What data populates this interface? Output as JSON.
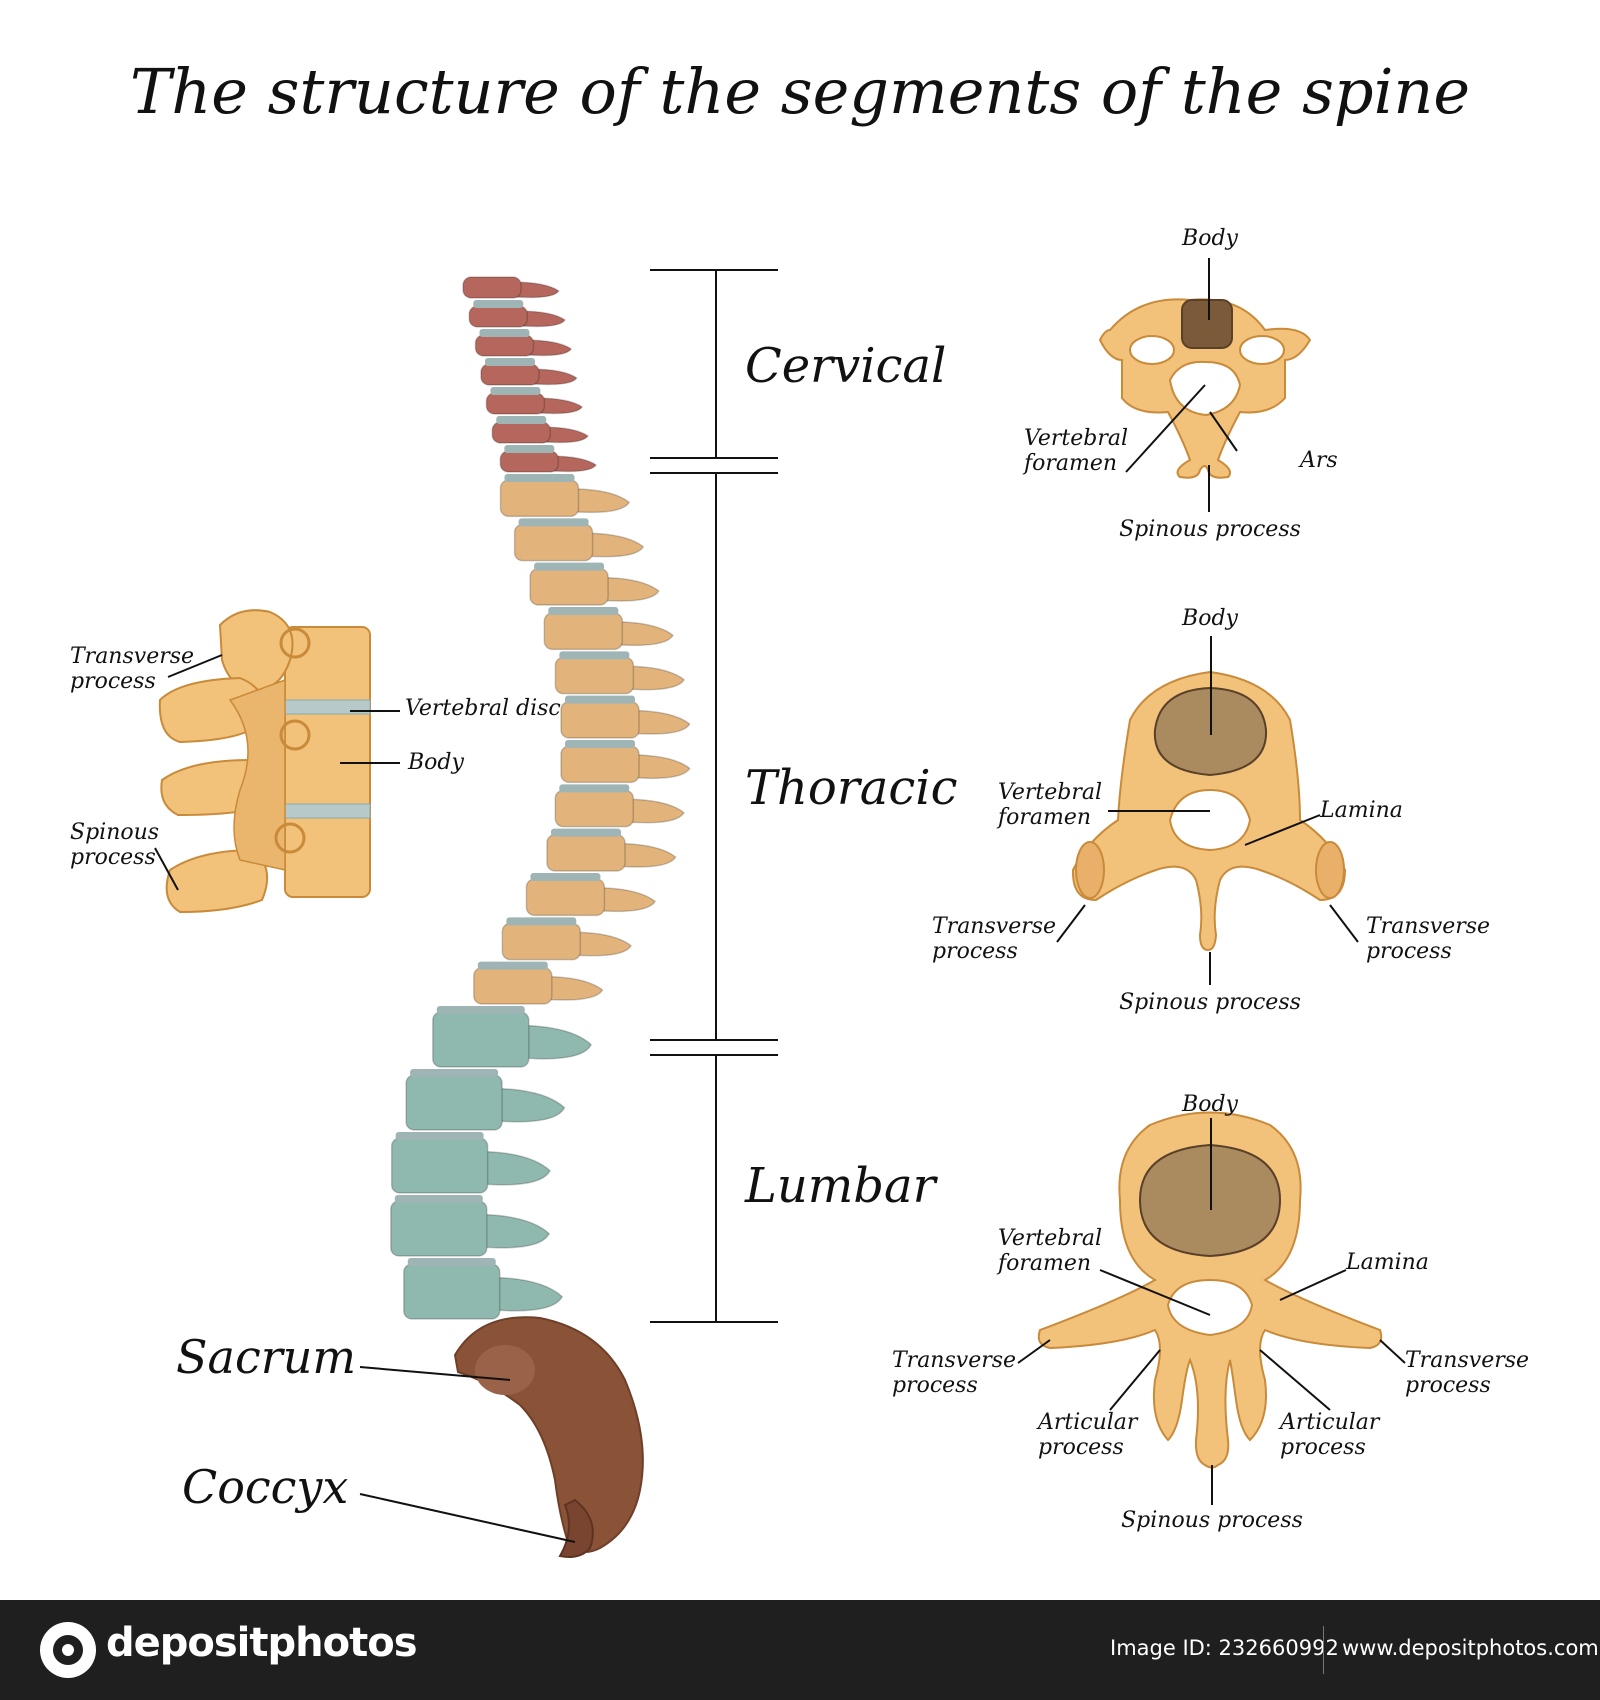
{
  "title": "The structure of the segments of the spine",
  "segments": {
    "cervical": "Cervical",
    "thoracic": "Thoracic",
    "lumbar": "Lumbar",
    "sacrum": "Sacrum",
    "coccyx": "Coccyx"
  },
  "side_view": {
    "transverse": "Transverse\nprocess",
    "disc": "Vertebral disc",
    "body": "Body",
    "spinous": "Spinous\nprocess"
  },
  "cervical_view": {
    "body": "Body",
    "foramen": "Vertebral\nforamen",
    "ars": "Ars",
    "spinous": "Spinous process"
  },
  "thoracic_view": {
    "body": "Body",
    "foramen": "Vertebral\nforamen",
    "lamina": "Lamina",
    "transverse_left": "Transverse\nprocess",
    "transverse_right": "Transverse\nprocess",
    "spinous": "Spinous process"
  },
  "lumbar_view": {
    "body": "Body",
    "foramen": "Vertebral\nforamen",
    "lamina": "Lamina",
    "transverse_left": "Transverse\nprocess",
    "transverse_right": "Transverse\nprocess",
    "articular_left": "Articular\nprocess",
    "articular_right": "Articular\nprocess",
    "spinous": "Spinous process"
  },
  "footer": {
    "brand": "depositphotos",
    "image_id": "Image ID: 232660992",
    "site": "www.depositphotos.com"
  },
  "colors": {
    "cervical": "#b5675d",
    "thoracic": "#e2b47c",
    "lumbar": "#8fb8ae",
    "sacrum": "#8a5338",
    "disc": "#9fb5b5",
    "bone": "#f2c27a",
    "bone_edge": "#c98a3a",
    "body_fill": "#a98b5f",
    "footer_bg": "#1f1f1f"
  }
}
